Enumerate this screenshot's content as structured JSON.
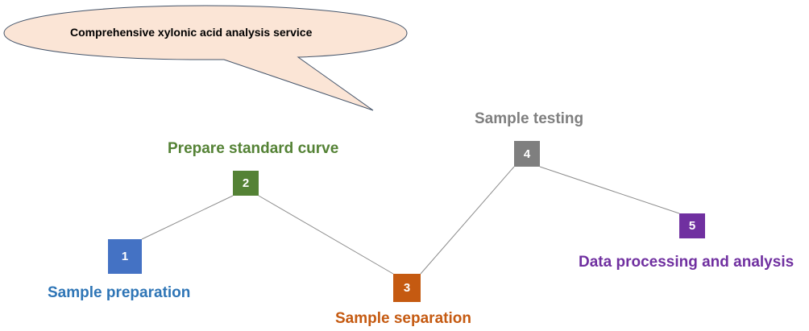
{
  "callout": {
    "text": "Comprehensive xylonic acid analysis service",
    "fill": "#FBE5D6",
    "stroke": "#44546A"
  },
  "connector_color": "#8C8C8C",
  "steps": [
    {
      "number": "1",
      "label": "Sample preparation",
      "box_color": "#4472C4",
      "label_color": "#2E75B6"
    },
    {
      "number": "2",
      "label": "Prepare standard curve",
      "box_color": "#548235",
      "label_color": "#548235"
    },
    {
      "number": "3",
      "label": "Sample separation",
      "box_color": "#C55A11",
      "label_color": "#C55A11"
    },
    {
      "number": "4",
      "label": "Sample testing",
      "box_color": "#7F7F7F",
      "label_color": "#7F7F7F"
    },
    {
      "number": "5",
      "label": "Data processing and analysis",
      "box_color": "#7030A0",
      "label_color": "#7030A0"
    }
  ]
}
